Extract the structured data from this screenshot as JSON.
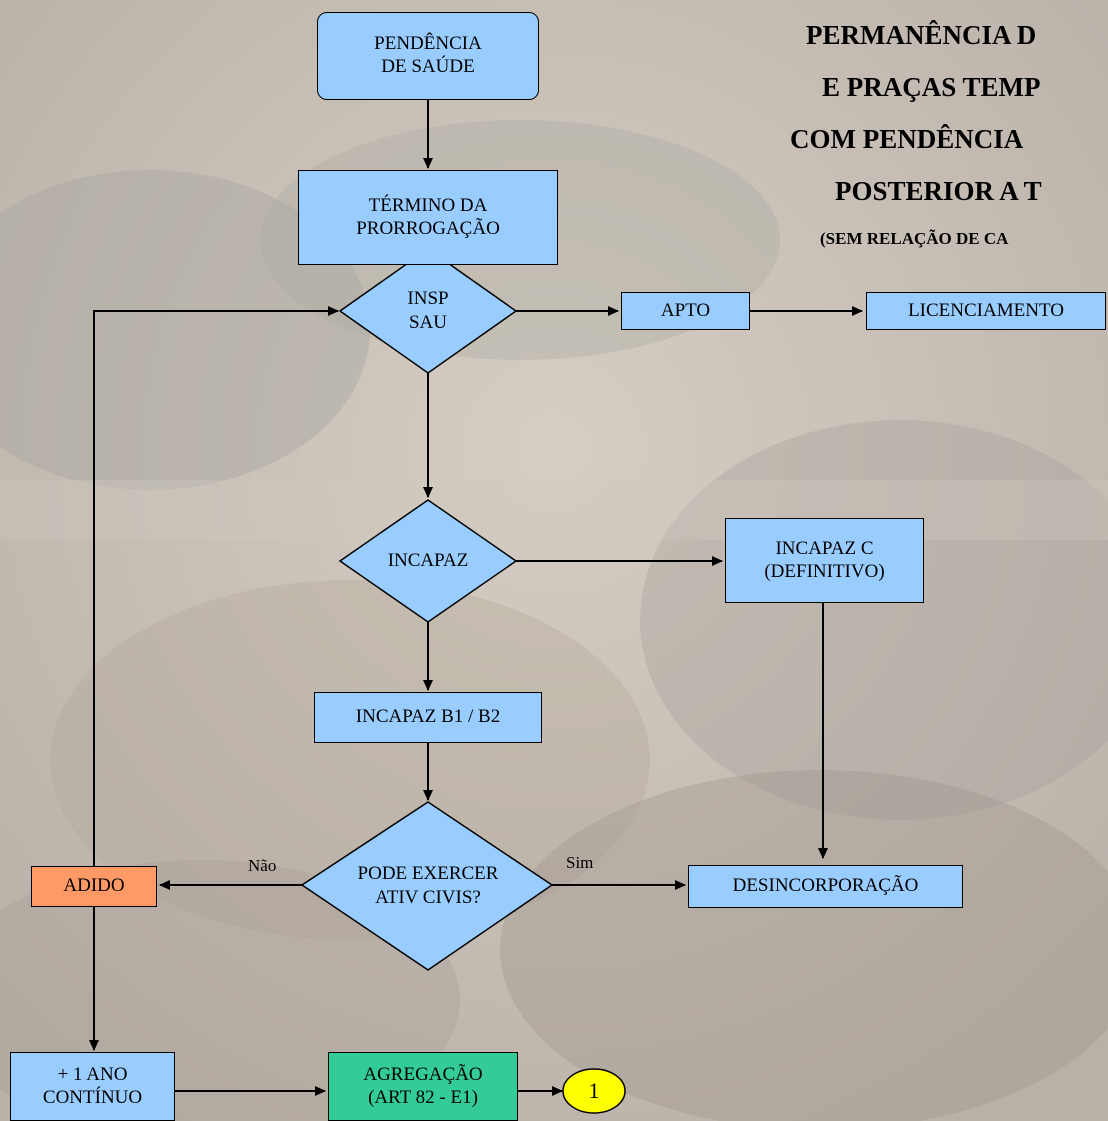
{
  "title": {
    "line1": "PERMANÊNCIA D",
    "line2": "E PRAÇAS TEMP",
    "line3": "COM PENDÊNCIA",
    "line4": "POSTERIOR A T",
    "line5": "(SEM RELAÇÃO DE CA"
  },
  "nodes": {
    "pendencia": "PENDÊNCIA\nDE SAÚDE",
    "termino": "TÉRMINO DA\nPRORROGAÇÃO",
    "insp": "INSP\nSAU",
    "apto": "APTO",
    "licenciamento": "LICENCIAMENTO",
    "incapaz": "INCAPAZ",
    "incapaz_c": "INCAPAZ C\n(DEFINITIVO)",
    "incapaz_b": "INCAPAZ B1 / B2",
    "pode": "PODE EXERCER\nATIV CIVIS?",
    "desincorporacao": "DESINCORPORAÇÃO",
    "adido": "ADIDO",
    "mais_ano": "+ 1 ANO\nCONTÍNUO",
    "agregacao": "AGREGAÇÃO\n(ART 82 - E1)",
    "connector": "1"
  },
  "labels": {
    "nao": "Não",
    "sim": "Sim"
  },
  "colors": {
    "box": "#99ccff",
    "adido": "#ff9966",
    "agregacao": "#33cc99",
    "connector": "#ffff00"
  }
}
